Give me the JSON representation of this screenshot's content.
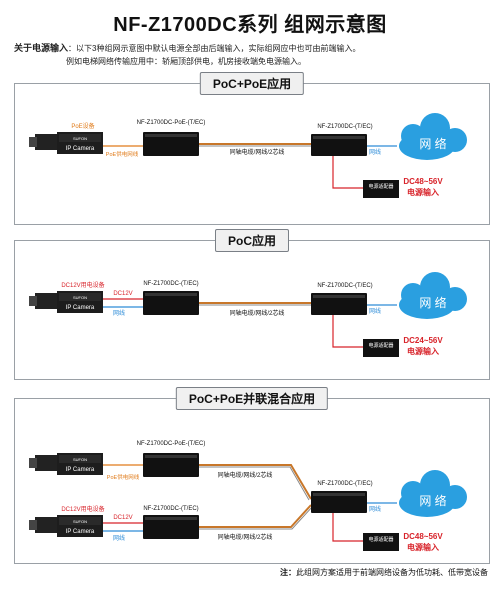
{
  "title": "NF-Z1700DC系列 组网示意图",
  "intro": {
    "label": "关于电源输入",
    "line1": "：以下3种组网示意图中默认电源全部由后端输入，实际组网应中也可由前端输入。",
    "line2": "例如电梯网络传输应用中：轿厢顶部供电，机房接收端免电源输入。"
  },
  "panels": [
    {
      "header": "PoC+PoE应用",
      "device_label": "PoE设备",
      "camera_brand": "SUFON",
      "camera_label": "IP Camera",
      "tx_model": "NF-Z1700DC-PoE-(T/EC)",
      "tx_port_label": "PoE供电网线",
      "cable_label": "同轴电缆/网线/2芯线",
      "rx_model": "NF-Z1700DC-(T/EC)",
      "rx_port_label": "网线",
      "cloud_label": "网 络",
      "adapter_label": "电源适配器",
      "voltage": "DC48~56V",
      "power_input": "电源输入"
    },
    {
      "header": "PoC应用",
      "device_label": "DC12V用电设备",
      "device_power": "DC12V",
      "camera_brand": "SUFON",
      "camera_label": "IP Camera",
      "tx_model": "NF-Z1700DC-(T/EC)",
      "tx_port_label": "网线",
      "cable_label": "同轴电缆/网线/2芯线",
      "rx_model": "NF-Z1700DC-(T/EC)",
      "rx_port_label": "网线",
      "cloud_label": "网 络",
      "adapter_label": "电源适配器",
      "voltage": "DC24~56V",
      "power_input": "电源输入"
    },
    {
      "header": "PoC+PoE并联混合应用",
      "upper": {
        "camera_brand": "SUFON",
        "camera_label": "IP Camera",
        "tx_model": "NF-Z1700DC-PoE-(T/EC)",
        "tx_port_label": "PoE供电网线",
        "cable_label": "同轴电缆/网线/2芯线"
      },
      "lower": {
        "device_label": "DC12V用电设备",
        "device_power": "DC12V",
        "camera_brand": "SUFON",
        "camera_label": "IP Camera",
        "tx_model": "NF-Z1700DC-(T/EC)",
        "tx_port_label": "网线",
        "cable_label": "同轴电缆/网线/2芯线"
      },
      "rx_model": "NF-Z1700DC-(T/EC)",
      "rx_port_label": "网线",
      "cloud_label": "网 络",
      "adapter_label": "电源适配器",
      "voltage": "DC48~56V",
      "power_input": "电源输入"
    }
  ],
  "note": {
    "label": "注：",
    "text": "此组网方案适用于前端网络设备为低功耗、低带宽设备"
  },
  "colors": {
    "orange": "#e07b1a",
    "red": "#d8232a",
    "blue": "#2d8cd8",
    "cloud": "#2a9fe0",
    "cable": "#c8772a"
  }
}
